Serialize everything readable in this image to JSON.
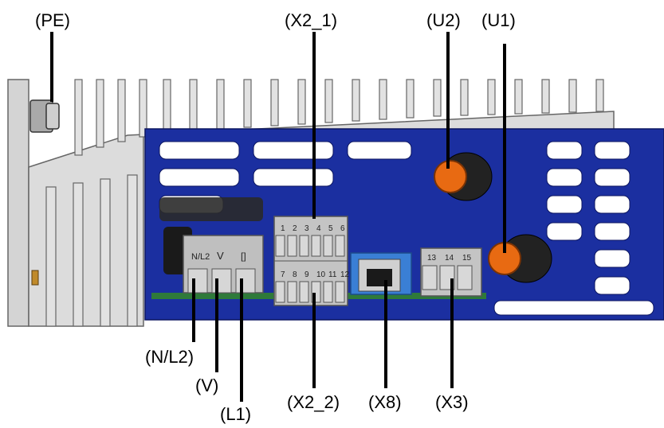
{
  "callouts": {
    "pe": "(PE)",
    "x2_1": "(X2_1)",
    "u2": "(U2)",
    "u1": "(U1)",
    "n_l2": "(N/L2)",
    "v": "(V)",
    "l1": "(L1)",
    "x2_2": "(X2_2)",
    "x8": "(X8)",
    "x3": "(X3)"
  },
  "terminal_marks": {
    "n_l2": "N/L2",
    "v": "V",
    "l1": "[]",
    "x2_top": [
      "1",
      "2",
      "3",
      "4",
      "5",
      "6"
    ],
    "x2_bottom": [
      "7",
      "8",
      "9",
      "10",
      "11",
      "12"
    ],
    "x3": [
      "13",
      "14",
      "15"
    ]
  },
  "colors": {
    "heatsink": "#d9d9d9",
    "board": "#1b2fa0",
    "connector": "#bfbfbf",
    "potentiometer": "#e86a12",
    "ethernet": "#3a7fd5"
  }
}
